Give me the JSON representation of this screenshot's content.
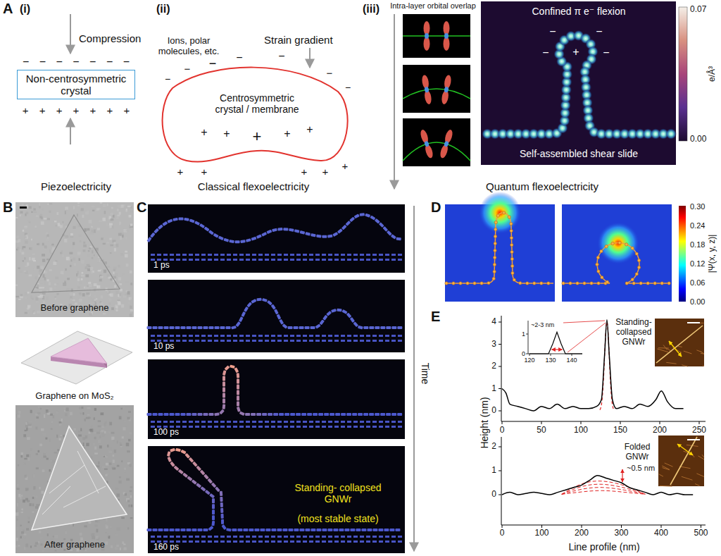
{
  "diagram": {
    "nodes": [
      {
        "text": [
          "Non-centrosymmetric crystal"
        ]
      },
      {
        "text": [
          "Centrosymmetric crystal / membrane"
        ]
      }
    ],
    "labels": [
      "A",
      "(i)",
      "Compression",
      "− − − − − − −",
      "+ + + + + + +",
      "Piezoelectricity",
      "(ii)",
      "Strain gradient",
      "Ions, polar molecules, etc.",
      "−",
      "−",
      "−",
      "−",
      "−",
      "−",
      "−",
      "+",
      "+",
      "+",
      "+",
      "+",
      "+",
      "+",
      "+",
      "+",
      "+",
      "Classical flexoelectricity",
      "(iii)",
      "Intra-layer orbital overlap",
      "Confined π e⁻ flexion",
      "−",
      "−",
      "−",
      "−",
      "+",
      "Self-assembled shear slide",
      "0.07",
      "e/Å³",
      "0.00",
      "Quantum flexoelectricity",
      "B",
      "Before graphene",
      "Graphene on MoS₂",
      "After graphene",
      "C",
      "1 ps",
      "10 ps",
      "100 ps",
      "160 ps",
      "Standing- collapsed GNWr",
      "(most stable state)",
      "Time",
      "D",
      "0.30",
      "0.24",
      "0.18",
      "0.12",
      "0.06",
      "0.00",
      "|Ψ(x, y, z)|",
      "E",
      "Height (nm)",
      "4",
      "3",
      "2",
      "1",
      "0",
      "0",
      "50",
      "100",
      "150",
      "200",
      "250",
      "1",
      "0",
      "120",
      "130",
      "140",
      "~2-3 nm",
      "Standing- collapsed GNWr",
      "2",
      "1",
      "0",
      "0",
      "100",
      "200",
      "300",
      "400",
      "500",
      "~0.5 nm",
      "Folded GNWr",
      "Line profile (nm)"
    ]
  }
}
